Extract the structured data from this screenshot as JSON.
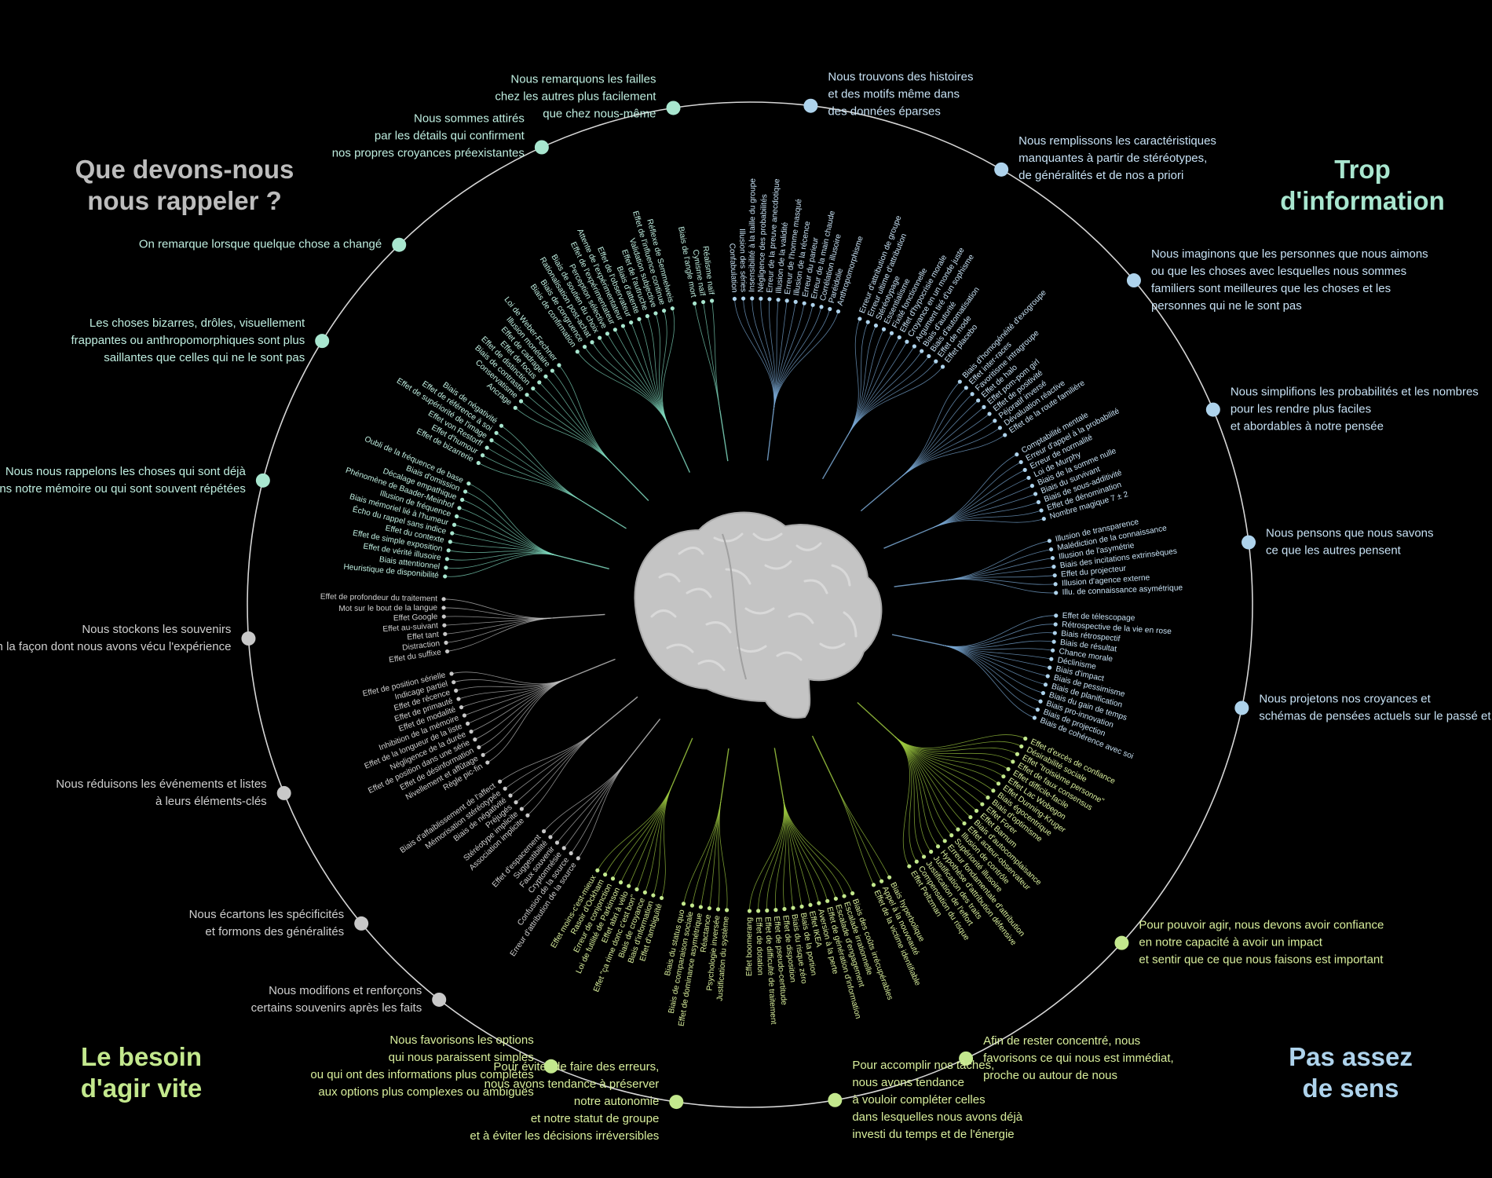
{
  "quadrant_titles": {
    "remember": "Que devons-nous\nnous rappeler ?",
    "information": "Trop\nd'information",
    "act": "Le besoin\nd'agir vite",
    "meaning": "Pas assez\nde sens"
  },
  "colors": {
    "remember": "#bdbdbd",
    "information": "#7fd8be",
    "act": "#9dc940",
    "meaning": "#7aa8d4",
    "ring": "#d6d6d6",
    "brain": "#c4c4c4"
  },
  "groups": [
    {
      "q": "information",
      "text": "Nous nous rappelons les choses qui sont déjà\namorcées dans notre mémoire ou qui sont souvent répétées",
      "biases": [
        "Heuristique de disponibilité",
        "Biais attentionnel",
        "Effet de vérité illusoire",
        "Effet de simple exposition",
        "Effet du contexte",
        "Écho du rappel sans indice",
        "Biais mémoriel lié à l'humeur",
        "Illusion de fréquence",
        "Phénomène de Baader-Meinhof",
        "Décalage empathique",
        "Biais d'omission",
        "Oubli de la fréquence de base"
      ]
    },
    {
      "q": "information",
      "text": "Les choses bizarres, drôles, visuellement\nfrappantes ou anthropomorphiques sont plus\nsaillantes que celles qui ne le sont pas",
      "biases": [
        "Effet de bizarrerie",
        "Effet d'humour",
        "Effet von Restorff",
        "Effet de supériorité de l'image",
        "Effet de référence à soi",
        "Biais de négativité"
      ]
    },
    {
      "q": "information",
      "text": "On remarque lorsque quelque chose a changé",
      "biases": [
        "Ancrage",
        "Conservatisme",
        "Biais de contraste",
        "Effet de distinction",
        "Effet de focus",
        "Effet de cadrage",
        "Illusion monétaire",
        "Loi de Weber-Fechner"
      ]
    },
    {
      "q": "information",
      "text": "Nous sommes attirés\npar les détails qui confirment\nnos propres croyances préexistantes",
      "biases": [
        "Biais de confirmation",
        "Biais de congruence",
        "Rationalisation post-achat",
        "Biais de soutien du choix",
        "Perception sélective",
        "Effet de l'expérimentateur",
        "Attente de l'expérimentateur",
        "Effet de l'observateur",
        "Biais d'attente",
        "Effet de l'autruche",
        "Validation subjective",
        "Effet de l'influence continue",
        "Réflexe de Semmelweis"
      ]
    },
    {
      "q": "information",
      "text": "Nous remarquons les failles\nchez les autres plus facilement\nque chez nous-même",
      "biases": [
        "Biais de l'angle mort",
        "Cynisme naïf",
        "Réalisme naïf"
      ]
    },
    {
      "q": "meaning",
      "text": "Nous trouvons des histoires\net des motifs même dans\ndes données éparses",
      "biases": [
        "Confabulation",
        "Illusion des séries",
        "Insensibilité à la taille du groupe",
        "Négligence des probabilités",
        "Erreur de la preuve anecdotique",
        "Illusion de la validité",
        "Erreur de l'homme masqué",
        "Illusion de la récence",
        "Erreur du parieur",
        "Erreur de la main chaude",
        "Corrélation illusoire",
        "Paréidolie",
        "Anthropomorphisme"
      ]
    },
    {
      "q": "meaning",
      "text": "Nous remplissons les caractéristiques\nmanquantes à partir de stéréotypes,\nde généralités et de nos a priori",
      "biases": [
        "Erreur d'attribution de groupe",
        "Erreur ultime d'attribution",
        "Stéréotypage",
        "Essentialisme",
        "Fixité fonctionnelle",
        "Effet d'hypocrisie morale",
        "Croyance en un monde juste",
        "Argument tiré d'un sophisme",
        "Biais d'autorité",
        "Biais d'automatisation",
        "Effet de mode",
        "Effet placebo"
      ]
    },
    {
      "q": "meaning",
      "text": "Nous imaginons que les personnes que nous aimons\nou que les choses avec lesquelles nous sommes\nfamiliers sont meilleures que les choses et les\npersonnes qui ne le sont pas",
      "biases": [
        "Biais d'homogénéité d'exogroupe",
        "Effet inter-races",
        "Favoritisme intragroupe",
        "Effet de halo",
        "Effet pom-pom girl",
        "Effet de positivité",
        "Péjoratif inversé",
        "Dévaluation réactive",
        "Effet de la route familière"
      ]
    },
    {
      "q": "meaning",
      "text": "Nous simplifions les probabilités et les nombres\npour les rendre plus faciles\net abordables à notre pensée",
      "biases": [
        "Comptabilité mentale",
        "Erreur d'appel à la probabilité",
        "Erreur de normalité",
        "Loi de Murphy",
        "Biais de la somme nulle",
        "Biais du survivant",
        "Biais de sous-additivité",
        "Effet de dénomination",
        "Nombre magique 7 ± 2"
      ]
    },
    {
      "q": "meaning",
      "text": "Nous pensons que nous savons\nce que les autres pensent",
      "biases": [
        "Illusion de transparence",
        "Malédiction de la connaissance",
        "Illusion de l'asymétrie",
        "Biais des incitations extrinsèques",
        "Effet du projecteur",
        "Illusion d'agence externe",
        "Illu. de connaissance asymétrique"
      ]
    },
    {
      "q": "meaning",
      "text": "Nous projetons nos croyances et\nschémas de pensées actuels sur le passé et le futur",
      "biases": [
        "Effet de télescopage",
        "Rétrospective de la vie en rose",
        "Biais rétrospectif",
        "Biais de résultat",
        "Chance morale",
        "Déclinisme",
        "Biais d'impact",
        "Biais de pessimisme",
        "Biais de planification",
        "Biais du gain de temps",
        "Biais pro-innovation",
        "Biais de projection",
        "Biais de cohérence avec soi"
      ]
    },
    {
      "q": "act",
      "text": "Pour pouvoir agir, nous devons avoir confiance\nen notre capacité à avoir un impact\net sentir que ce que nous faisons est important",
      "biases": [
        "Effet d'excès de confiance",
        "Désirabilité sociale",
        "Effet \"troisième personne\"",
        "Effet de faux consensus",
        "Effet difficile-facile",
        "Effet Lac Wobegon",
        "Effet Dunning-Kruger",
        "Biais égocentrique",
        "Biais d'optimisme",
        "Effet Forer",
        "Effet Barnum",
        "Biais d'autocomplaisance",
        "Effet acteur-observateur",
        "Illusion de contrôle",
        "Supériorité illusoire",
        "Erreur fondamentale d'attribution",
        "Hypothèse d'attribution défensive",
        "Justification des traits",
        "Justification de l'effort",
        "Compensation du risque",
        "Effet Peltzman"
      ]
    },
    {
      "q": "act",
      "text": "Afin de rester concentré, nous\nfavorisons ce qui nous est immédiat,\nproche ou autour de nous",
      "biases": [
        "Biais hyperbolique",
        "Appel à la nouveauté",
        "Effet de la victime identifiable"
      ]
    },
    {
      "q": "act",
      "text": "Pour accomplir nos tâches,\nnous avons tendance\nà vouloir compléter celles\ndans lesquelles nous avons déjà\ninvesti du temps et de l'énergie",
      "biases": [
        "Biais des coûts irrécupérables",
        "Escalade irrationnelle",
        "Escalade d'engagement",
        "Effet de génération d'information",
        "Aversion à la perte",
        "Effet IKEA",
        "Biais de la portion",
        "Biais du risque zéro",
        "Effet de disposition",
        "Effet de pseudo-certitude",
        "Effet de difficulté de traitement",
        "Effet de dotation",
        "Effet boomerang"
      ]
    },
    {
      "q": "act",
      "text": "Pour éviter de faire des erreurs,\nnous avons tendance à préserver\nnotre autonomie\net notre statut de groupe\net à éviter les décisions irréversibles",
      "biases": [
        "Justification du système",
        "Psychologie inversée",
        "Réactance",
        "Effet de dominance asymétrique",
        "Biais de comparaison sociale",
        "Biais du status quo"
      ]
    },
    {
      "q": "act",
      "text": "Nous favorisons les options\nqui nous paraissent simples\nou qui ont des informations plus complètes\naux options plus complexes ou ambiguës",
      "biases": [
        "Effet d'ambiguïté",
        "Biais d'information",
        "Biais de croyance",
        "Effet \"ça rime donc c'est bon\"",
        "Effet abri à vélo",
        "Loi de futilité de Parkinson",
        "Erreur de conjonction",
        "Rasoir d'Ockham",
        "Effet moins-c'est-mieux"
      ]
    },
    {
      "q": "remember",
      "text": "Nous modifions et renforçons\ncertains souvenirs après les faits",
      "biases": [
        "Erreur d'attribution de la source",
        "Confusion de la source",
        "Cryptomnésie",
        "Faux souvenir",
        "Suggestibilité",
        "Effet d'espacement"
      ]
    },
    {
      "q": "remember",
      "text": "Nous écartons les spécificités\net formons des généralités",
      "biases": [
        "Association implicite",
        "Stéréotype implicite",
        "Préjugés",
        "Biais de négativité",
        "Mémorisation stéréotypée",
        "Biais d'affaiblissement de l'affect"
      ]
    },
    {
      "q": "remember",
      "text": "Nous réduisons les événements et listes\nà leurs éléments-clés",
      "biases": [
        "Règle pic-fin",
        "Nivellement et affûtage",
        "Effet de désinformation",
        "Effet de position dans une série",
        "Négligence de la durée",
        "Effet de la longueur de la liste",
        "Inhibition de la mémoire",
        "Effet de modalité",
        "Effet de primauté",
        "Effet de récence",
        "Indicage partiel",
        "Effet de position sérielle"
      ]
    },
    {
      "q": "remember",
      "text": "Nous stockons les souvenirs\ndifféremment selon la façon dont nous avons vécu l'expérience",
      "biases": [
        "Effet du suffixe",
        "Distraction",
        "Effet tant",
        "Effet au-suivant",
        "Effet Google",
        "Mot sur le bout de la langue",
        "Effet de profondeur du traitement"
      ]
    }
  ]
}
